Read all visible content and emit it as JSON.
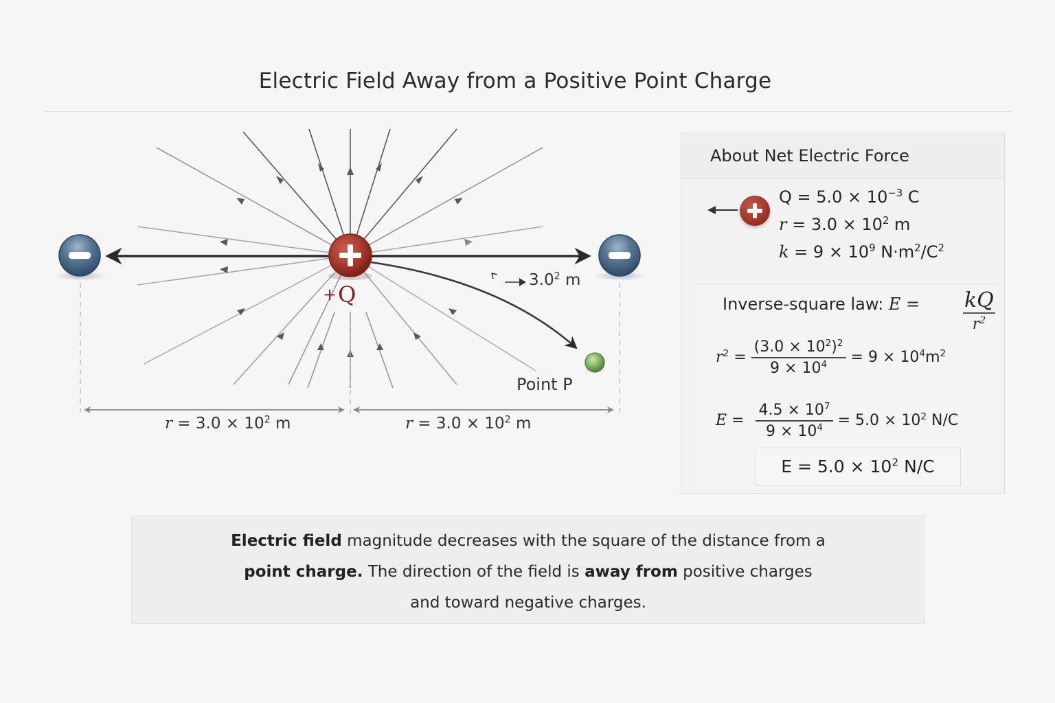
{
  "title": "Electric Field Away from a Positive Point Charge",
  "diagram": {
    "central_charge": {
      "symbol": "+",
      "label_sign": "+",
      "label_letter": "Q",
      "color": "#a83a2e"
    },
    "left_charge": {
      "symbol": "−",
      "color": "#3f5f80"
    },
    "right_charge": {
      "symbol": "−",
      "color": "#3f5f80"
    },
    "point_p": {
      "label": "Point P",
      "color": "#7fae5e"
    },
    "curved_arrow_label": {
      "base": "3.0",
      "exp": "2",
      "unit": " m"
    },
    "left_distance": {
      "var": "r",
      "text": " = 3.0 × 10",
      "exp": "2",
      "unit": " m"
    },
    "right_distance": {
      "var": "r",
      "text": " = 3.0 × 10",
      "exp": "2",
      "unit": " m"
    }
  },
  "panel": {
    "header": "About Net Electric Force",
    "givens": {
      "q": {
        "text": "Q = 5.0 × 10",
        "exp": "−3",
        "unit": " C"
      },
      "r": {
        "var": "r",
        "text": " = 3.0 × 10",
        "exp": "2",
        "unit": " m"
      },
      "k": {
        "var": "k",
        "text": " = 9 × 10",
        "exp": "9",
        "unit": " N·m",
        "unit_exp": "2",
        "unit_tail": "/C",
        "unit_tail_exp": "2"
      }
    },
    "law": {
      "label": "Inverse-square law: ",
      "lhs": "E = ",
      "numerator": "kQ",
      "denominator": "r",
      "denominator_exp": "2"
    },
    "r_squared": {
      "lhs_var": "r",
      "lhs_exp": "2",
      "eq": " = ",
      "numerator": "(3.0 × 10",
      "numerator_exp": "2",
      "numerator_tail": ")",
      "numerator_tail_exp": "2",
      "denominator": "9 × 10",
      "denominator_exp": "4",
      "result": " = 9 × 10",
      "result_exp": "4",
      "result_unit": "m",
      "result_unit_exp": "2"
    },
    "e_calc": {
      "lhs": "E",
      "eq": " = ",
      "numerator": "4.5 × 10",
      "numerator_exp": "7",
      "denominator": "9 × 10",
      "denominator_exp": "4",
      "result": " = 5.0 × 10",
      "result_exp": "2",
      "result_unit": " N/C"
    },
    "final_result": {
      "text": "E = 5.0 × 10",
      "exp": "2",
      "unit": " N/C"
    }
  },
  "note": {
    "line1_bold": "Electric field",
    "line1_rest": " magnitude decreases with the square of the distance from a",
    "line2_bold": "point charge.",
    "line2_mid": " The direction of the field is ",
    "line2_bold2": "away from",
    "line2_rest": " positive charges",
    "line3": "and toward negative charges."
  }
}
